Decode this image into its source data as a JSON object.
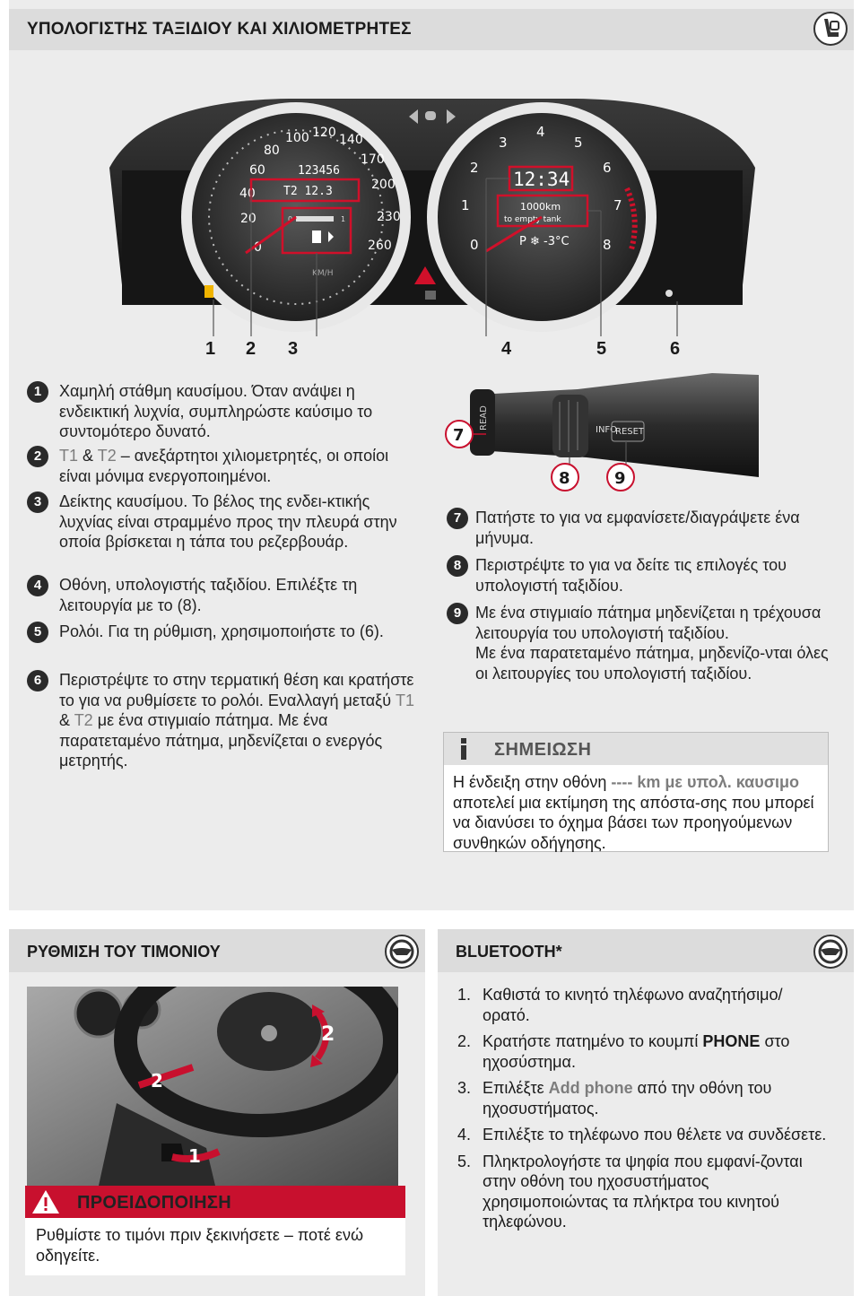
{
  "top": {
    "title": "ΥΠΟΛΟΓΙΣΤΗΣ ΤΑΞΙΔΙΟΥ ΚΑΙ ΧΙΛΙΟΜΕΤΡΗΤΕΣ",
    "header_icon": "seat-icon",
    "cluster": {
      "speed_ticks": [
        "0",
        "20",
        "40",
        "60",
        "80",
        "100",
        "120",
        "140",
        "170",
        "200",
        "230",
        "260"
      ],
      "odometer": "123456",
      "trip": "T2  12.3",
      "fuel_left": "0",
      "fuel_right": "1",
      "speed_unit": "KM/H",
      "rpm_ticks": [
        "0",
        "1",
        "2",
        "3",
        "4",
        "5",
        "6",
        "7",
        "8"
      ],
      "clock": "12:34",
      "range_line1": "1000km",
      "range_line2": "to  empty  tank",
      "gear_temp": "P ❄ -3°C"
    },
    "callouts": [
      "1",
      "2",
      "3",
      "4",
      "5",
      "6"
    ],
    "items_left": [
      {
        "n": "1",
        "text": "Χαμηλή στάθμη καυσίμου. Όταν ανάψει η ενδεικτική λυχνία, συμπληρώστε καύσιμο το συντομότερο δυνατό."
      },
      {
        "n": "2",
        "t1": "T1",
        "amp": " & ",
        "t2": "T2",
        "text": " – ανεξάρτητοι χιλιομετρητές, οι οποίοι είναι μόνιμα ενεργοποιημένοι."
      },
      {
        "n": "3",
        "text": "Δείκτης καυσίμου. Το βέλος της ενδει-κτικής λυχνίας είναι στραμμένο προς την πλευρά στην οποία βρίσκεται η τάπα του ρεζερβουάρ."
      },
      {
        "n": "4",
        "text": "Οθόνη, υπολογιστής ταξιδίου. Επιλέξτε τη λειτουργία με το (8)."
      },
      {
        "n": "5",
        "text": "Ρολόι. Για τη ρύθμιση, χρησιμοποιήστε το (6)."
      },
      {
        "n": "6",
        "text_a": "Περιστρέψτε το στην τερματική θέση και κρατήστε το για να ρυθμίσετε το ρολόι. Εναλλαγή μεταξύ ",
        "t1": "T1",
        "amp": " & ",
        "t2": "T2",
        "text_b": " με ένα στιγμιαίο πάτημα. Με ένα παρατεταμένο πάτημα, μηδενίζεται ο ενεργός μετρητής."
      }
    ],
    "stalk": {
      "read_label": "READ",
      "info_label": "INFO",
      "reset_label": "RESET",
      "callouts": [
        "7",
        "8",
        "9"
      ]
    },
    "items_right": [
      {
        "n": "7",
        "text": "Πατήστε το για να εμφανίσετε/διαγράψετε ένα μήνυμα."
      },
      {
        "n": "8",
        "text": "Περιστρέψτε το για να δείτε τις επιλογές του υπολογιστή ταξιδίου."
      },
      {
        "n": "9",
        "text_a": "Με ένα στιγμιαίο πάτημα μηδενίζεται η τρέχουσα λειτουργία του υπολογιστή ταξιδίου.",
        "text_b": "Με ένα παρατεταμένο πάτημα, μηδενίζο-νται όλες οι λειτουργίες του υπολογιστή ταξιδίου."
      }
    ],
    "note": {
      "label": "ΣΗΜΕΙΩΣΗ",
      "text_a": "Η ένδειξη στην οθόνη ",
      "hl": "---- km με υπολ. καυσιμο",
      "text_b": " αποτελεί μια εκτίμηση της απόστα-σης που μπορεί να διανύσει το όχημα βάσει των προηγούμενων συνθηκών οδήγησης."
    }
  },
  "steering": {
    "title": "ΡΥΘΜΙΣΗ ΤΟΥ ΤΙΜΟΝΙΟΥ",
    "header_icon": "steering-wheel-icon",
    "photo_labels": [
      "2",
      "2",
      "1"
    ],
    "warning": {
      "label": "ΠΡΟΕΙΔΟΠΟΙΗΣΗ",
      "text": "Ρυθμίστε το τιμόνι πριν ξεκινήσετε – ποτέ ενώ οδηγείτε."
    }
  },
  "bluetooth": {
    "title": "BLUETOOTH*",
    "header_icon": "steering-wheel-icon",
    "steps": [
      {
        "n": "1.",
        "text": "Καθιστά το κινητό τηλέφωνο αναζητήσιμο/ ορατό."
      },
      {
        "n": "2.",
        "text_a": "Κρατήστε πατημένο το κουμπί ",
        "bold": "PHONE",
        "text_b": " στο ηχοσύστημα."
      },
      {
        "n": "3.",
        "text_a": "Επιλέξτε ",
        "hl": "Add phone",
        "text_b": " από την οθόνη του ηχοσυστήματος."
      },
      {
        "n": "4.",
        "text": "Επιλέξτε το τηλέφωνο που θέλετε να συνδέσετε."
      },
      {
        "n": "5.",
        "text": "Πληκτρολογήστε τα ψηφία που εμφανί-ζονται στην οθόνη του ηχοσυστήματος χρησιμοποιώντας τα πλήκτρα του κινητού τηλεφώνου."
      }
    ]
  },
  "colors": {
    "accent_red": "#c8102e",
    "highlight_grey": "#7d7d7d",
    "panel": "#ececec",
    "header": "#dcdcdc"
  }
}
